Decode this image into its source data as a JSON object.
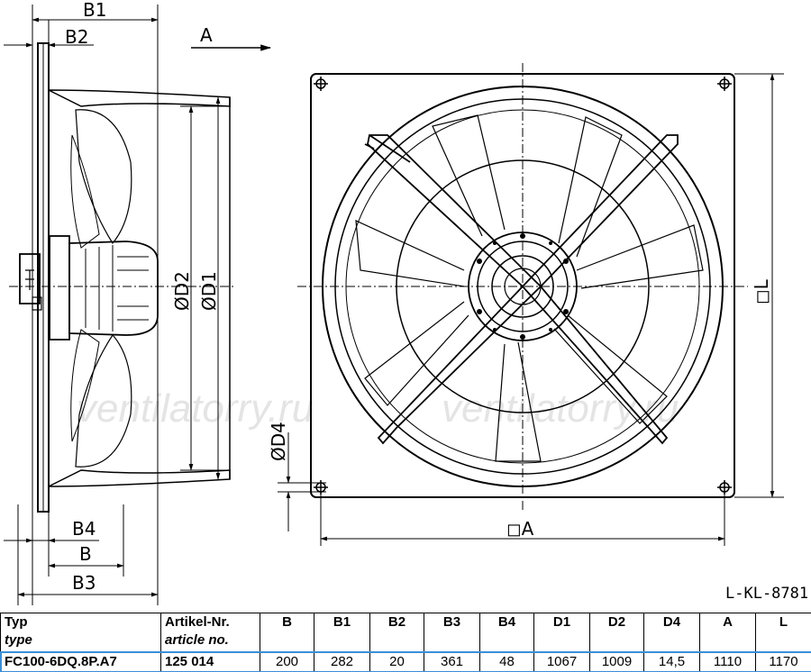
{
  "drawing": {
    "side_view_labels": {
      "b1": "B1",
      "b2": "B2",
      "b4": "B4",
      "b": "B",
      "b3": "B3",
      "d2": "ØD2",
      "d1": "ØD1"
    },
    "view_arrow_label": "A",
    "front_view_labels": {
      "square_l": "◻L",
      "square_a": "◻A",
      "d4": "ØD4"
    },
    "watermark": "ventilatorry.ru",
    "drawing_number": "L-KL-8781"
  },
  "table": {
    "type_label": "Typ",
    "type_label_en": "type",
    "article_label": "Artikel-Nr.",
    "article_label_en": "article no.",
    "columns": [
      "B",
      "B1",
      "B2",
      "B3",
      "B4",
      "D1",
      "D2",
      "D4",
      "A",
      "L"
    ],
    "row": {
      "type": "FC100-6DQ.8P.A7",
      "article": "125 014",
      "values": [
        "200",
        "282",
        "20",
        "361",
        "48",
        "1067",
        "1009",
        "14,5",
        "1110",
        "1170"
      ]
    }
  }
}
